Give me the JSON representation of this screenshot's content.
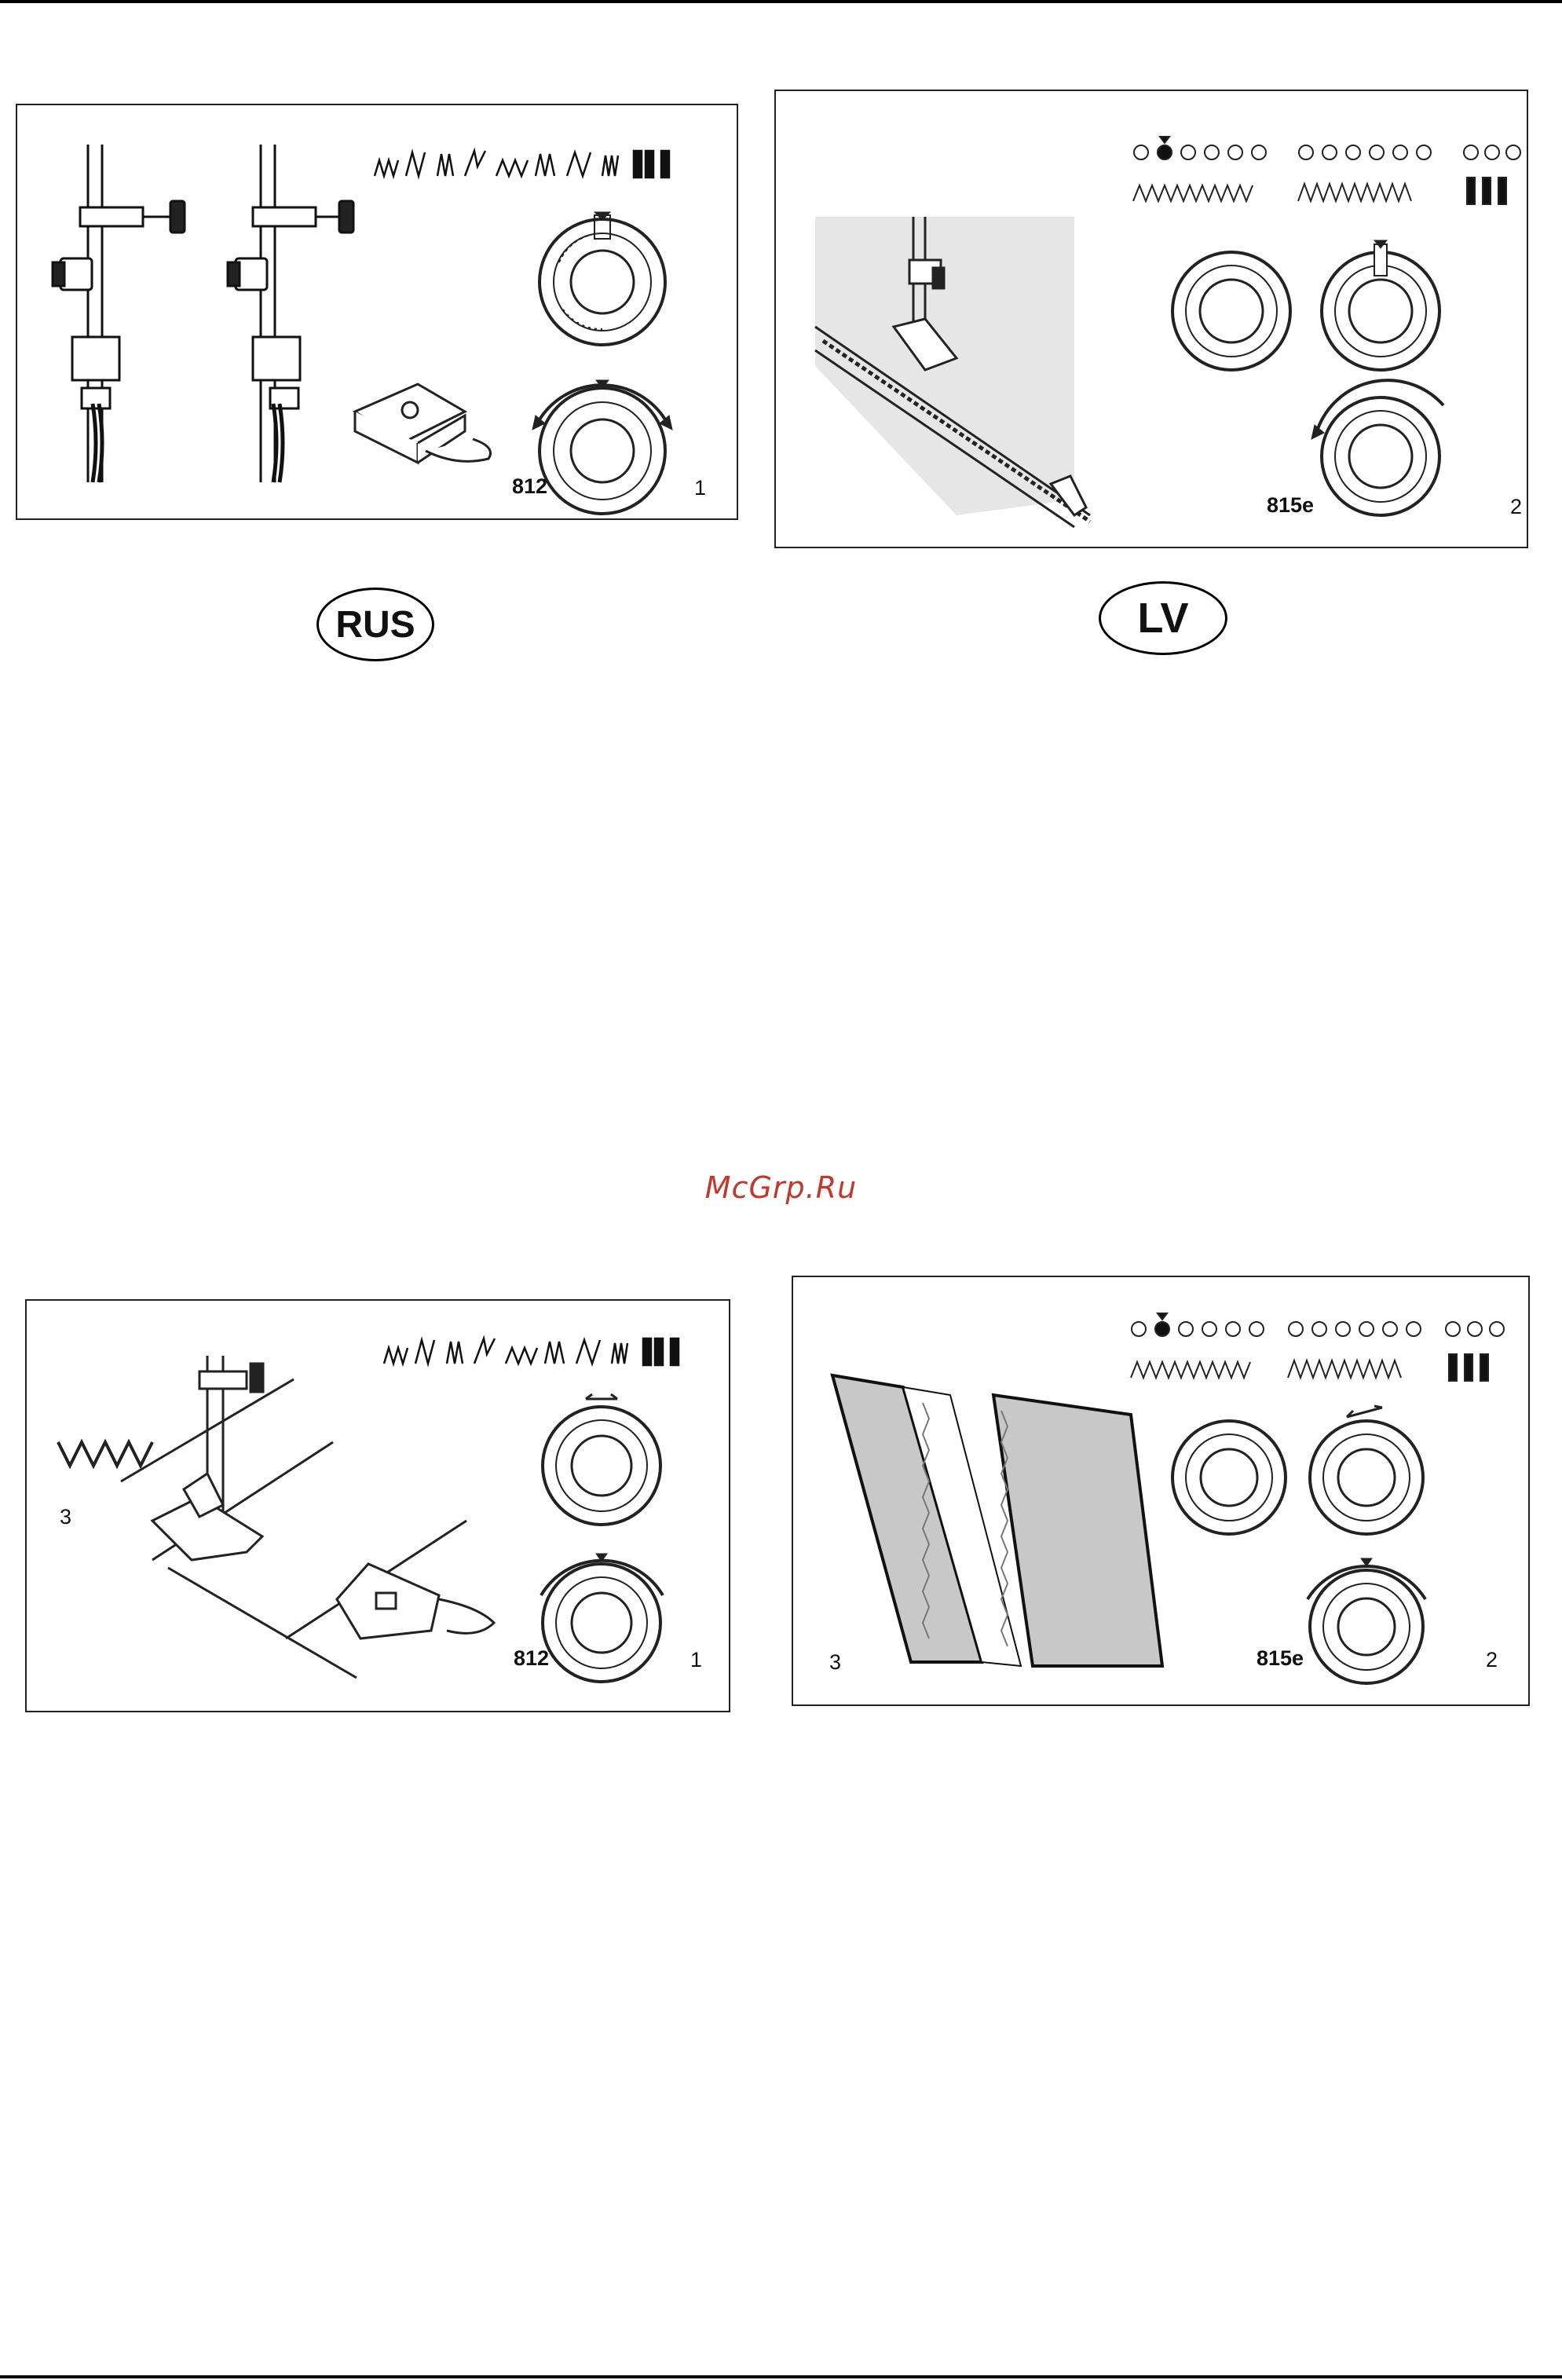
{
  "watermark": "McGrp.Ru",
  "top_left_panel": {
    "model": "812",
    "page_num": "1"
  },
  "top_right_panel": {
    "model": "815e",
    "page_num": "2"
  },
  "badges": {
    "rus": "RUS",
    "lv": "LV"
  },
  "bottom_left_panel": {
    "figure_num": "3",
    "model": "812",
    "page_num": "1"
  },
  "bottom_right_panel": {
    "figure_num": "3",
    "model": "815e",
    "page_num": "2"
  },
  "icons": [
    "stitch-chart-icon",
    "dial-icon",
    "presser-foot-icon",
    "zipper-icon",
    "fabric-icon"
  ]
}
